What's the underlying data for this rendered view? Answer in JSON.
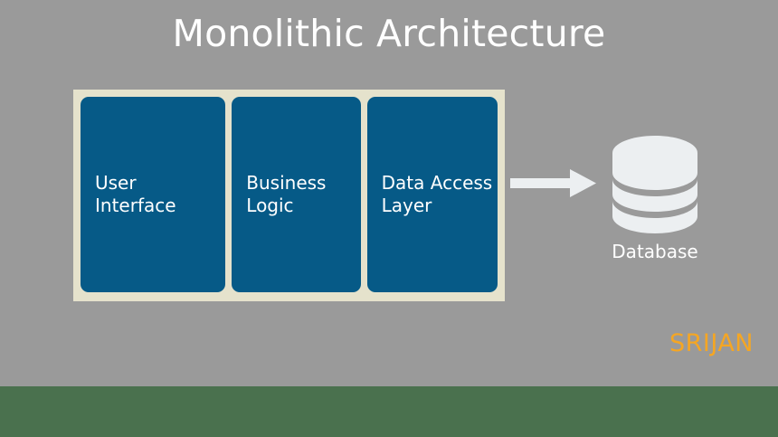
{
  "slide": {
    "title": "Monolithic Architecture",
    "background_color": "#9a9a9a",
    "footer_color": "#4a714e"
  },
  "monolith": {
    "container_color": "#e5e2cc",
    "box_color": "#065a87",
    "layers": [
      {
        "id": "user-interface",
        "label": "User\nInterface"
      },
      {
        "id": "business-logic",
        "label": "Business\nLogic"
      },
      {
        "id": "data-access-layer",
        "label": "Data Access\nLayer"
      }
    ]
  },
  "connector": {
    "icon": "right-arrow-icon",
    "color": "#eceff1"
  },
  "database": {
    "icon": "database-cylinder-icon",
    "label": "Database",
    "color": "#eceff1"
  },
  "brand": {
    "name": "SRIJAN",
    "color": "#f5a623"
  }
}
